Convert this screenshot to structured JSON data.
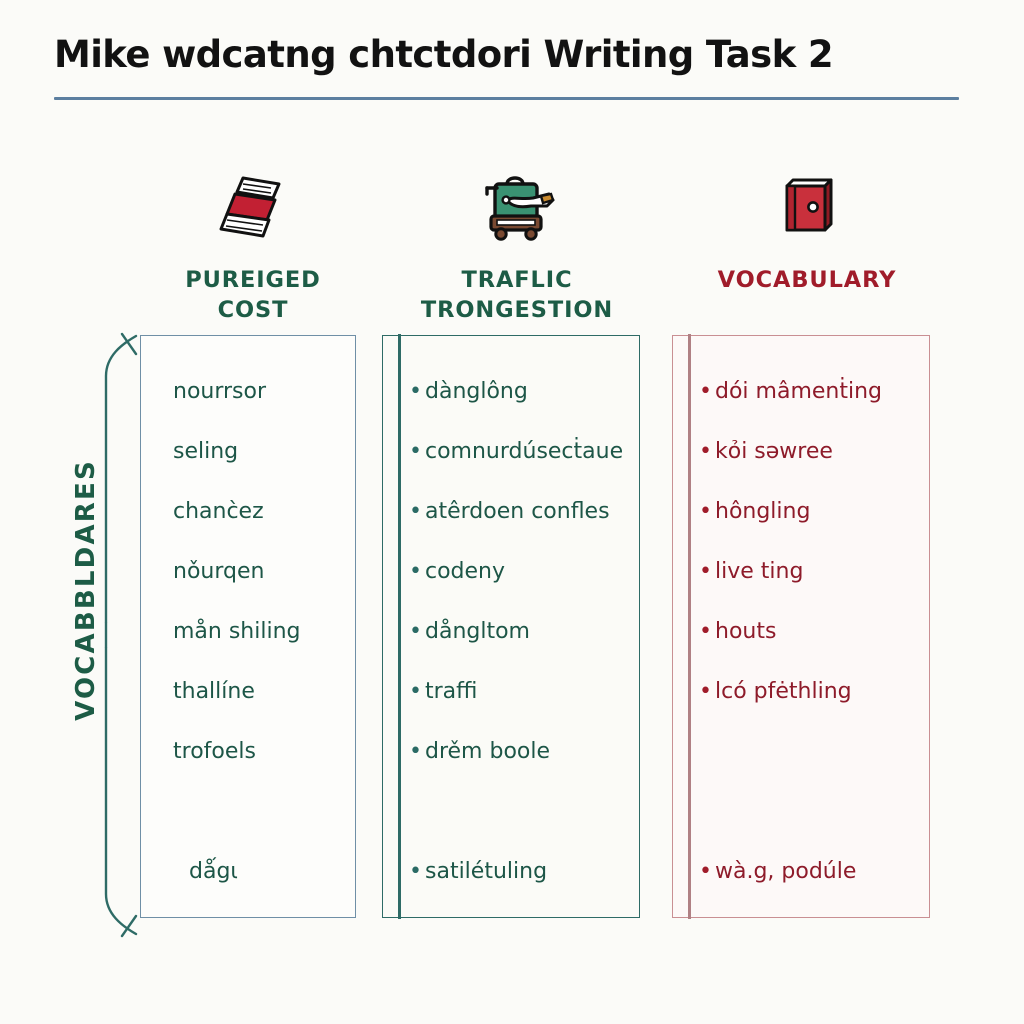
{
  "header": {
    "title": "Mike wdcatng chtctdori Writing Task 2",
    "rule_color": "#5c7fa0"
  },
  "side_label": {
    "text": "VOCABBLDARES",
    "color": "#1d5c46"
  },
  "columns": [
    {
      "id": "purchased-cost",
      "title": "PUREIGED\nCOST",
      "icon": "stacked-books-icon",
      "title_color": "#1d5c46",
      "border_color": "#6f8fa6",
      "bullet": "",
      "items": [
        "nourrsor",
        "seling",
        "chanc̀ez",
        "nǒurqen",
        "mån shiling",
        "thallíne",
        "trofoels",
        "",
        "dǻgι"
      ]
    },
    {
      "id": "traffic-congestion",
      "title": "TRAFLIC\nTRONGESTION",
      "icon": "bus-vehicle-icon",
      "title_color": "#1d5c46",
      "border_color": "#2e6b66",
      "bullet": "•",
      "items": [
        "dànglông",
        "comnurdúsecṫauе",
        "atêrdoen confles",
        "codeny",
        "dångltom",
        "traffi",
        "drěm boole",
        "",
        "satilétuling"
      ]
    },
    {
      "id": "vocabulary",
      "title": "VOCABULARY",
      "icon": "red-book-icon",
      "title_color": "#a01c2a",
      "border_color": "#c98f93",
      "bullet": "•",
      "items": [
        "dói mâmenṫing",
        "kỏi səwree",
        "hôngling",
        "live ting",
        "houts",
        "lcó pfėthling",
        "",
        "",
        "wà.g, podúle"
      ]
    }
  ]
}
